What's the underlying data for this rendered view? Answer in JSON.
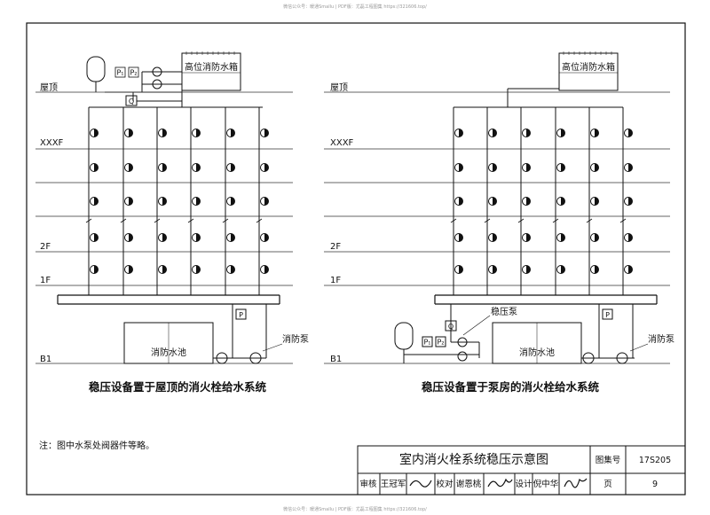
{
  "watermark_top": "微信公众号：暖通Smallu | PDF版：尤磊工程图集 https://321606.top/",
  "watermark_bottom": "微信公众号：暖通Smallu | PDF版：尤磊工程图集 https://321606.top/",
  "left_diagram": {
    "tank_label": "高位消防水箱",
    "floor_labels": {
      "roof": "屋顶",
      "xxxf": "XXXF",
      "f2": "2F",
      "f1": "1F",
      "b1": "B1"
    },
    "pool_label": "消防水池",
    "pump_label": "消防泵",
    "pressure_gauge_1": "P₁",
    "pressure_gauge_2": "P₂",
    "flow_symbol": "Q",
    "pressure_switch": "P",
    "caption": "稳压设备置于屋顶的消火栓给水系统"
  },
  "right_diagram": {
    "tank_label": "高位消防水箱",
    "floor_labels": {
      "roof": "屋顶",
      "xxxf": "XXXF",
      "f2": "2F",
      "f1": "1F",
      "b1": "B1"
    },
    "pool_label": "消防水池",
    "pump_label": "消防泵",
    "booster_label": "稳压泵",
    "pressure_gauge_1": "P₁",
    "pressure_gauge_2": "P₂",
    "flow_symbol": "Q",
    "pressure_switch": "P",
    "caption": "稳压设备置于泵房的消火栓给水系统"
  },
  "note": "注：图中水泵处阀器件等略。",
  "title_block": {
    "title": "室内消火栓系统稳压示意图",
    "atlas_label": "图集号",
    "atlas_no": "17S205",
    "review_label": "审核",
    "reviewer": "王冠军",
    "check_label": "校对",
    "checker": "谢恩桃",
    "design_label": "设计",
    "designer": "倪中华",
    "page_label": "页",
    "page_no": "9"
  }
}
